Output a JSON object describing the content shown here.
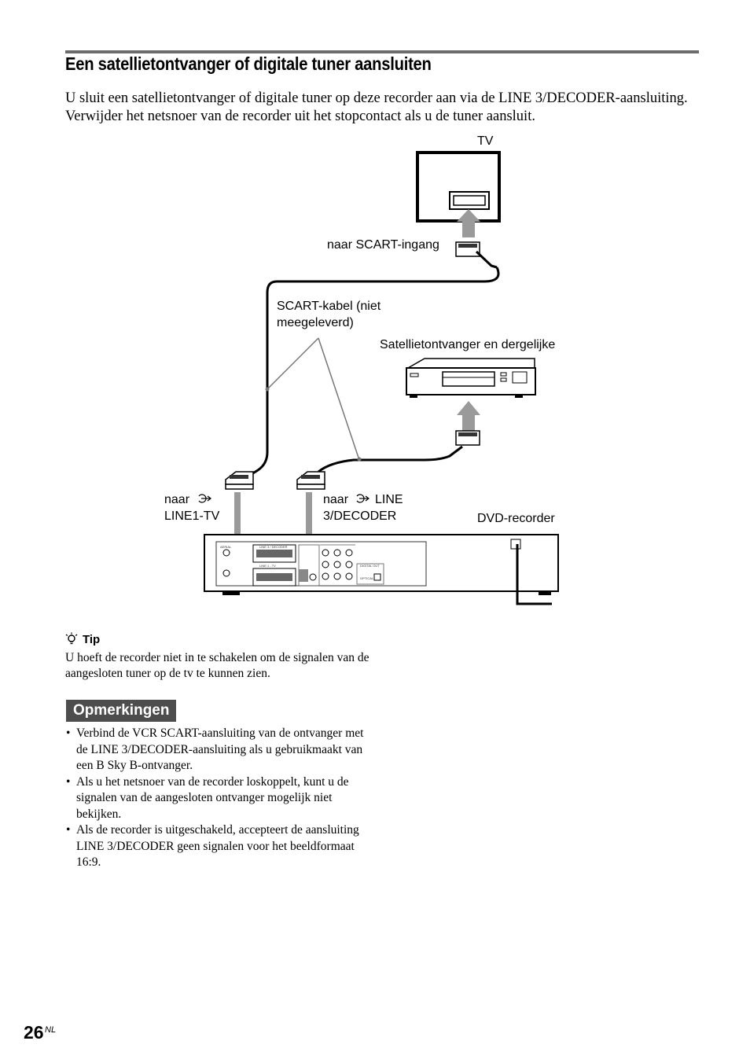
{
  "heading": "Een satellietontvanger of digitale tuner aansluiten",
  "intro": "U sluit een satellietontvanger of digitale tuner op deze recorder aan via de LINE 3/DECODER-aansluiting. Verwijder het netsnoer van de recorder uit het stopcontact als u de tuner aansluit.",
  "diagram": {
    "tv": "TV",
    "scart_in": "naar SCART-ingang",
    "cable_line1": "SCART-kabel (niet",
    "cable_line2": "meegeleverd)",
    "satellite": "Satellietontvanger en dergelijke",
    "to_line1_a": "naar",
    "to_line1_b": "LINE1-TV",
    "to_line3_a": "naar",
    "to_line3_b": "LINE",
    "to_line3_c": "3/DECODER",
    "dvd": "DVD-recorder",
    "panel_line3": "LINE 3 / DECODER",
    "panel_line1": "LINE 1 - TV",
    "panel_digital": "DIGITAL OUT",
    "panel_optical": "OPTICAL",
    "panel_aerial": "AERIAL"
  },
  "tip": {
    "label": "Tip",
    "text": "U hoeft de recorder niet in te schakelen om de signalen van de aangesloten tuner op de tv te kunnen zien."
  },
  "notes": {
    "title": "Opmerkingen",
    "items": [
      "Verbind de VCR SCART-aansluiting van de ontvanger met de LINE 3/DECODER-aansluiting als u gebruikmaakt van een B Sky B-ontvanger.",
      "Als u het netsnoer van de recorder loskoppelt, kunt u de signalen van de aangesloten ontvanger mogelijk niet bekijken.",
      "Als de recorder is uitgeschakeld, accepteert de aansluiting LINE 3/DECODER geen signalen voor het beeldformaat 16:9."
    ]
  },
  "page": {
    "number": "26",
    "suffix": "NL"
  }
}
